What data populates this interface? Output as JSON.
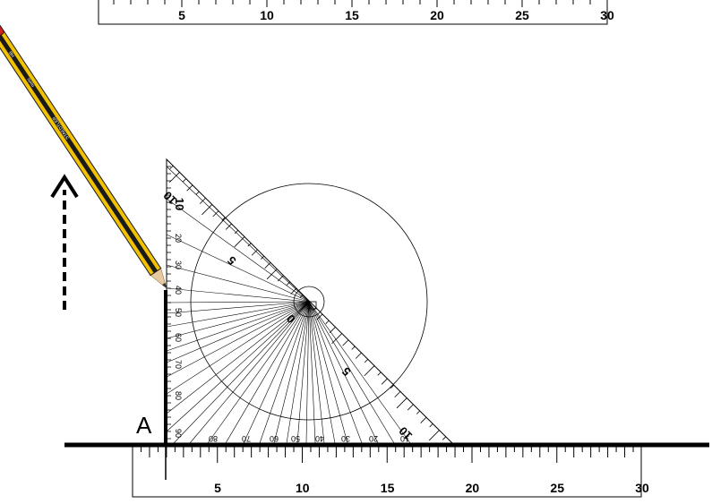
{
  "top_ruler": {
    "labels": [
      "5",
      "10",
      "15",
      "20",
      "25",
      "30"
    ]
  },
  "bottom_ruler": {
    "labels": [
      "5",
      "10",
      "15",
      "20",
      "25",
      "30"
    ]
  },
  "set_square": {
    "vertical_labels": [
      "10",
      "20",
      "30",
      "40",
      "50",
      "60",
      "70",
      "80",
      "90"
    ],
    "bottom_labels": [
      "80",
      "70",
      "60",
      "50",
      "40",
      "30",
      "20",
      "10"
    ],
    "hyp_labels": [
      "10",
      "5",
      "0",
      "5",
      "10"
    ]
  },
  "point_label": "A",
  "pencil": {
    "brand": "STAEDTLER",
    "grade": "HB",
    "model": "noris",
    "colors": {
      "body": "#f2c200",
      "stripe": "#1a1a1a",
      "tip": "#d21f1f",
      "wood": "#e8c9a0"
    }
  },
  "arrow": {
    "direction": "up",
    "style": "dashed"
  },
  "colors": {
    "lines": "#000000",
    "background": "#ffffff"
  }
}
